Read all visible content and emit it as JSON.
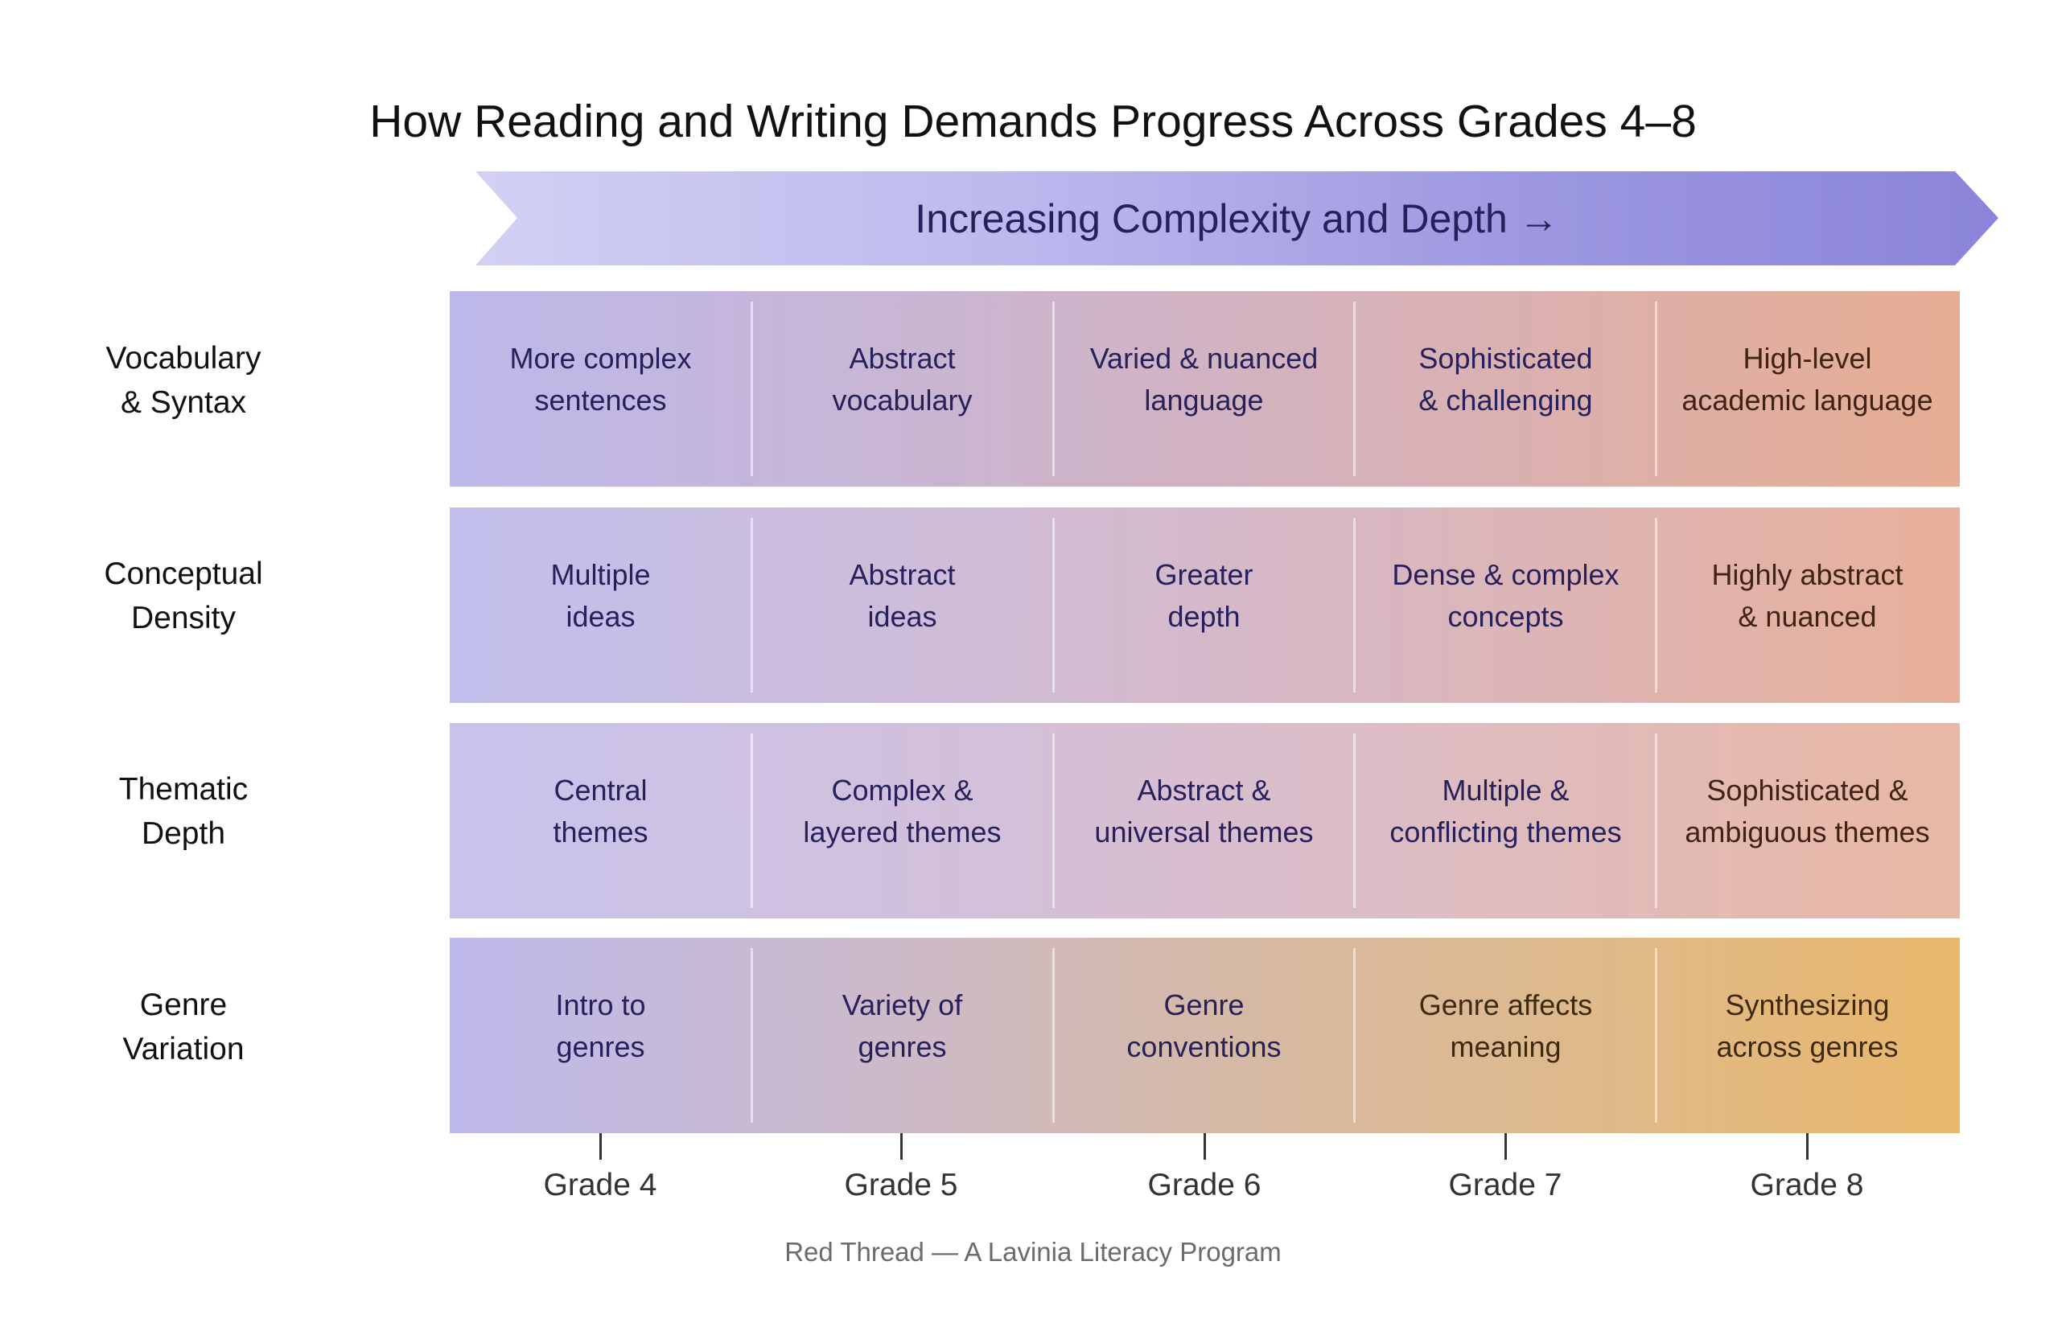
{
  "title": "How Reading and Writing Demands Progress Across Grades 4–8",
  "banner": {
    "label": "Increasing Complexity and Depth →",
    "icon": "arrow-right-icon",
    "gradient_start": "#d2d0f3",
    "gradient_end": "#8b84da"
  },
  "columns": [
    "Grade 4",
    "Grade 5",
    "Grade 6",
    "Grade 7",
    "Grade 8"
  ],
  "rows": [
    {
      "label_line1": "Vocabulary",
      "label_line2": "& Syntax",
      "gradient_start": "#bcb8ea",
      "gradient_end": "#e6ad93",
      "cells": [
        {
          "line1": "More complex",
          "line2": "sentences"
        },
        {
          "line1": "Abstract",
          "line2": "vocabulary"
        },
        {
          "line1": "Varied & nuanced",
          "line2": "language"
        },
        {
          "line1": "Sophisticated",
          "line2": "& challenging"
        },
        {
          "line1": "High-level",
          "line2": "academic language"
        }
      ]
    },
    {
      "label_line1": "Conceptual",
      "label_line2": "Density",
      "gradient_start": "#c2bfed",
      "gradient_end": "#e8b09a",
      "cells": [
        {
          "line1": "Multiple",
          "line2": "ideas"
        },
        {
          "line1": "Abstract",
          "line2": "ideas"
        },
        {
          "line1": "Greater",
          "line2": "depth"
        },
        {
          "line1": "Dense & complex",
          "line2": "concepts"
        },
        {
          "line1": "Highly abstract",
          "line2": "& nuanced"
        }
      ]
    },
    {
      "label_line1": "Thematic",
      "label_line2": "Depth",
      "gradient_start": "#c7c3ec",
      "gradient_end": "#e9b8a4",
      "cells": [
        {
          "line1": "Central",
          "line2": "themes"
        },
        {
          "line1": "Complex &",
          "line2": "layered themes"
        },
        {
          "line1": "Abstract &",
          "line2": "universal themes"
        },
        {
          "line1": "Multiple &",
          "line2": "conflicting themes"
        },
        {
          "line1": "Sophisticated &",
          "line2": "ambiguous themes"
        }
      ]
    },
    {
      "label_line1": "Genre",
      "label_line2": "Variation",
      "gradient_start": "#bfbaec",
      "gradient_end": "#e9b86c",
      "cells": [
        {
          "line1": "Intro to",
          "line2": "genres"
        },
        {
          "line1": "Variety of",
          "line2": "genres"
        },
        {
          "line1": "Genre",
          "line2": "conventions"
        },
        {
          "line1": "Genre affects",
          "line2": "meaning"
        },
        {
          "line1": "Synthesizing",
          "line2": "across genres"
        }
      ]
    }
  ],
  "footer": "Red Thread — A Lavinia Literacy Program",
  "colors": {
    "text_navy": "#26215c",
    "text_brown": "#3f2314",
    "axis": "#333333",
    "footer": "#6b6b6b"
  }
}
